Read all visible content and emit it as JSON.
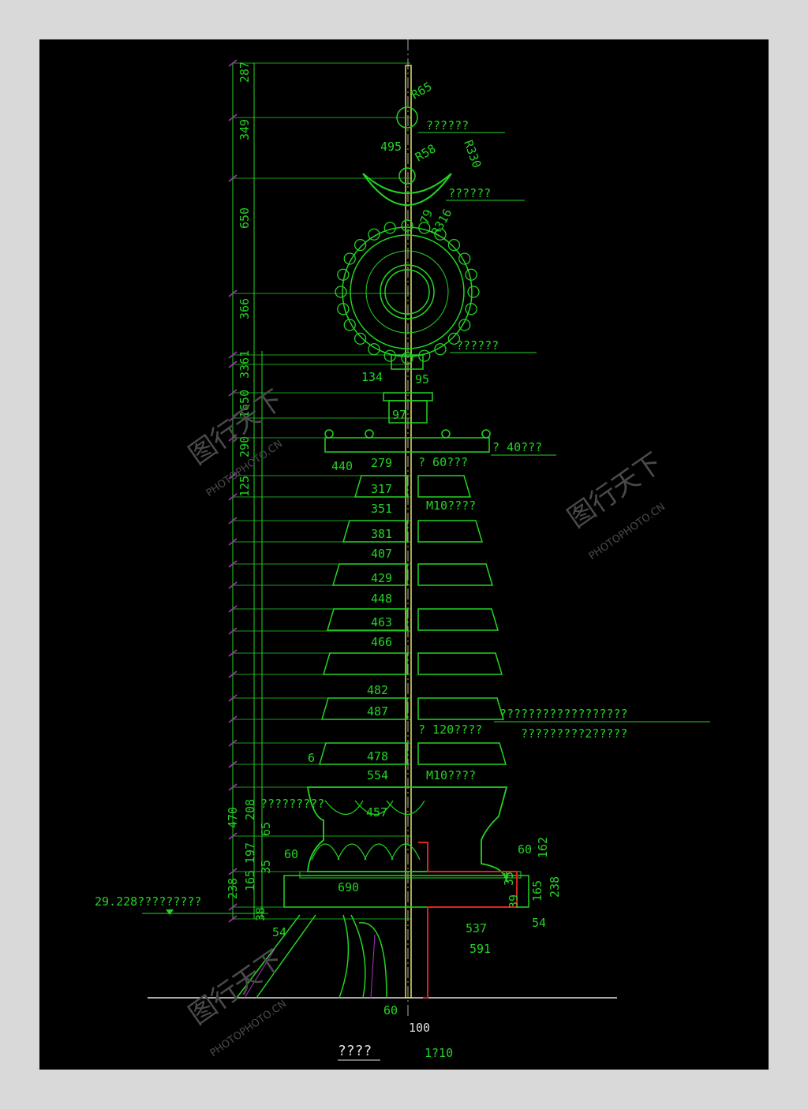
{
  "drawing": {
    "title": "????",
    "scale": "1?10",
    "elevation_label": "29.228?????????",
    "bottom_dims": {
      "a": "60",
      "b": "100"
    }
  },
  "top_dims": {
    "r65": "R65",
    "r58": "R58",
    "r330": "R330",
    "r316": "R316",
    "d79": "79",
    "d495": "495",
    "d134": "134",
    "d95": "95",
    "d97": "97",
    "d440": "440",
    "d279": "279"
  },
  "callouts": {
    "ball": "??????",
    "crescent": "??????",
    "wheel": "??????",
    "bells": "? 40???",
    "d60": "? 60???",
    "m10a": "M10????",
    "d120": "? 120????",
    "long1": "??????????????????",
    "long2": "?????????2?????",
    "m10b": "M10????",
    "base_note": "?????????"
  },
  "left_vertical_dims": [
    "287",
    "349",
    "650",
    "366",
    "3361",
    "1650",
    "290",
    "125"
  ],
  "left_vertical_lower": [
    "470",
    "238",
    "65",
    "197",
    "35",
    "165",
    "38",
    "208"
  ],
  "ring_widths": [
    "317",
    "351",
    "381",
    "407",
    "429",
    "448",
    "463",
    "466",
    "482",
    "487",
    "478",
    "554"
  ],
  "base_dims": {
    "d6": "6",
    "d457": "457",
    "d60a": "60",
    "d690": "690",
    "d54": "54",
    "r60": "60",
    "r162": "162",
    "r35": "35",
    "r39": "39",
    "r165": "165",
    "r238": "238",
    "r54": "54",
    "d537": "537",
    "d591": "591"
  },
  "watermark": {
    "brand": "图行天下",
    "site": "PHOTOPHOTO.CN"
  }
}
